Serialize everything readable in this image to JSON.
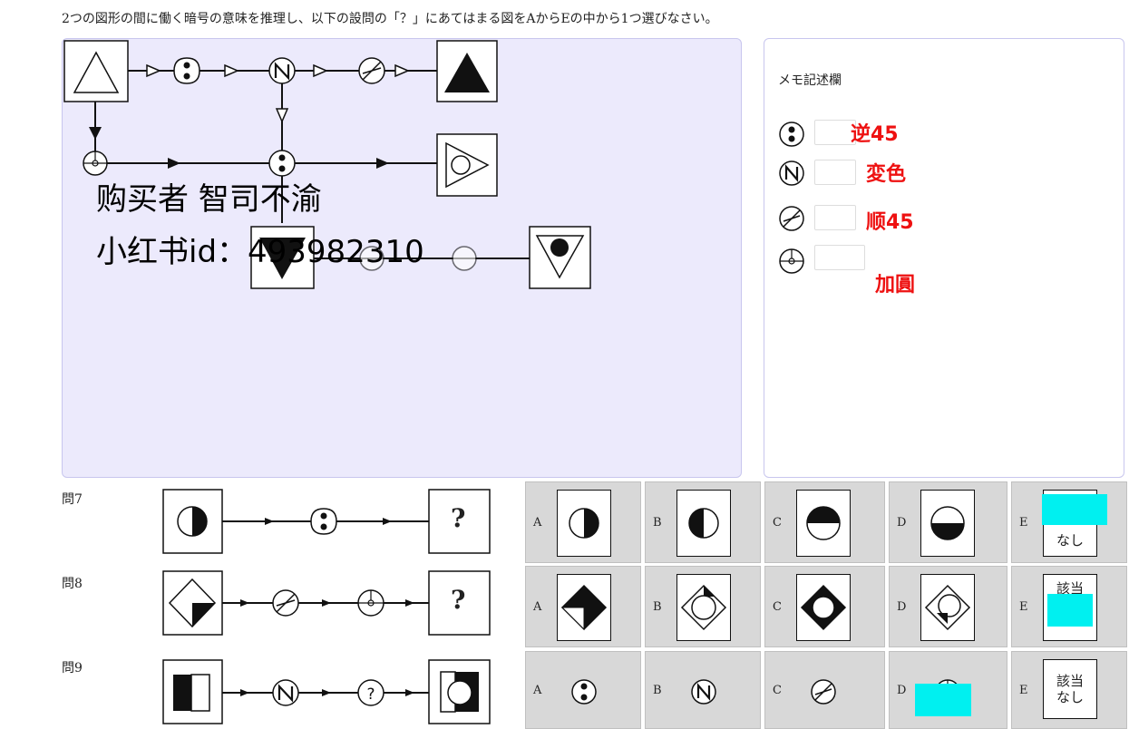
{
  "instruction": "2つの図形の間に働く暗号の意味を推理し、以下の設問の「？」にあてはまる図をAからEの中から1つ選びなさい。",
  "memo": {
    "title": "メモ記述欄",
    "notes": [
      "逆45",
      "変色",
      "顺45",
      "加圓"
    ]
  },
  "watermark": {
    "line1": "购买者 智司不渝",
    "line2": "小红书id：493982310"
  },
  "questions": [
    {
      "label": "問7",
      "unknown": "?",
      "choices": [
        "A",
        "B",
        "C",
        "D",
        "E"
      ],
      "e_text": "なし"
    },
    {
      "label": "問8",
      "unknown": "?",
      "choices": [
        "A",
        "B",
        "C",
        "D",
        "E"
      ],
      "e_text": "該当"
    },
    {
      "label": "問9",
      "choices": [
        "A",
        "B",
        "C",
        "D",
        "E"
      ],
      "e_text": "該当\nなし"
    }
  ],
  "icon_names": [
    "triangle-outline",
    "triangle-filled",
    "triangle-with-circle",
    "triangle-down-filled",
    "triangle-down-with-circle",
    "cipher-dots",
    "cipher-n",
    "cipher-slash",
    "cipher-plus",
    "half-circle"
  ]
}
